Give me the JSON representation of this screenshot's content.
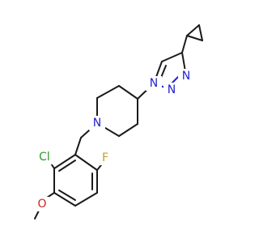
{
  "molecule": {
    "atoms": {
      "n_pip": {
        "label": "N",
        "color": "#2222cc"
      },
      "n1_tri": {
        "label": "N",
        "color": "#2222cc"
      },
      "n2_tri": {
        "label": "N",
        "color": "#2222cc"
      },
      "n3_tri": {
        "label": "N",
        "color": "#2222cc"
      },
      "f": {
        "label": "F",
        "color": "#c39d2a"
      },
      "cl": {
        "label": "Cl",
        "color": "#2a9a2a"
      },
      "o": {
        "label": "O",
        "color": "#cc2222"
      }
    }
  }
}
